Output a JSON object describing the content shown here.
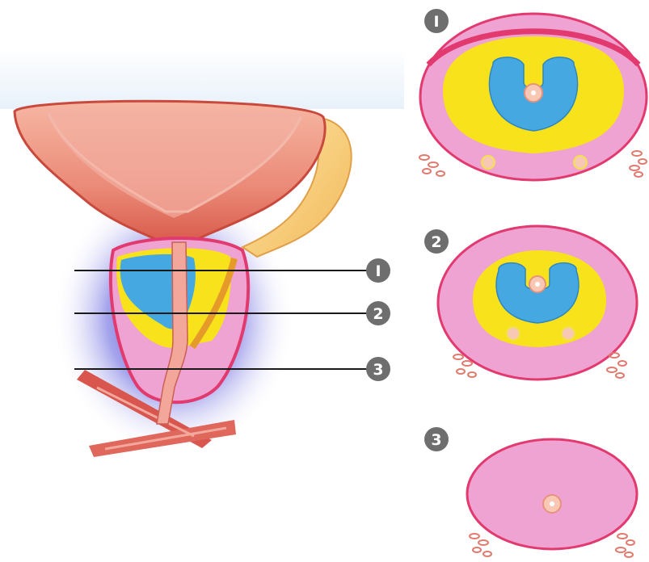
{
  "diagram": {
    "level_markers": [
      {
        "id": "level-1",
        "label": "I"
      },
      {
        "id": "level-2",
        "label": "2"
      },
      {
        "id": "level-3",
        "label": "3"
      }
    ],
    "cross_sections": [
      {
        "id": "section-1",
        "label": "I"
      },
      {
        "id": "section-2",
        "label": "2"
      },
      {
        "id": "section-3",
        "label": "3"
      }
    ],
    "colors": {
      "pink_zone": "#eea3d3",
      "yellow_zone": "#f7e21b",
      "blue_zone": "#46a8e0",
      "capsule_outline": "#e23a6e",
      "badge": "#6e6e6e",
      "bladder": "#e9877c",
      "urethra": "#f3a79a",
      "halo": "#3a3ad0"
    }
  }
}
